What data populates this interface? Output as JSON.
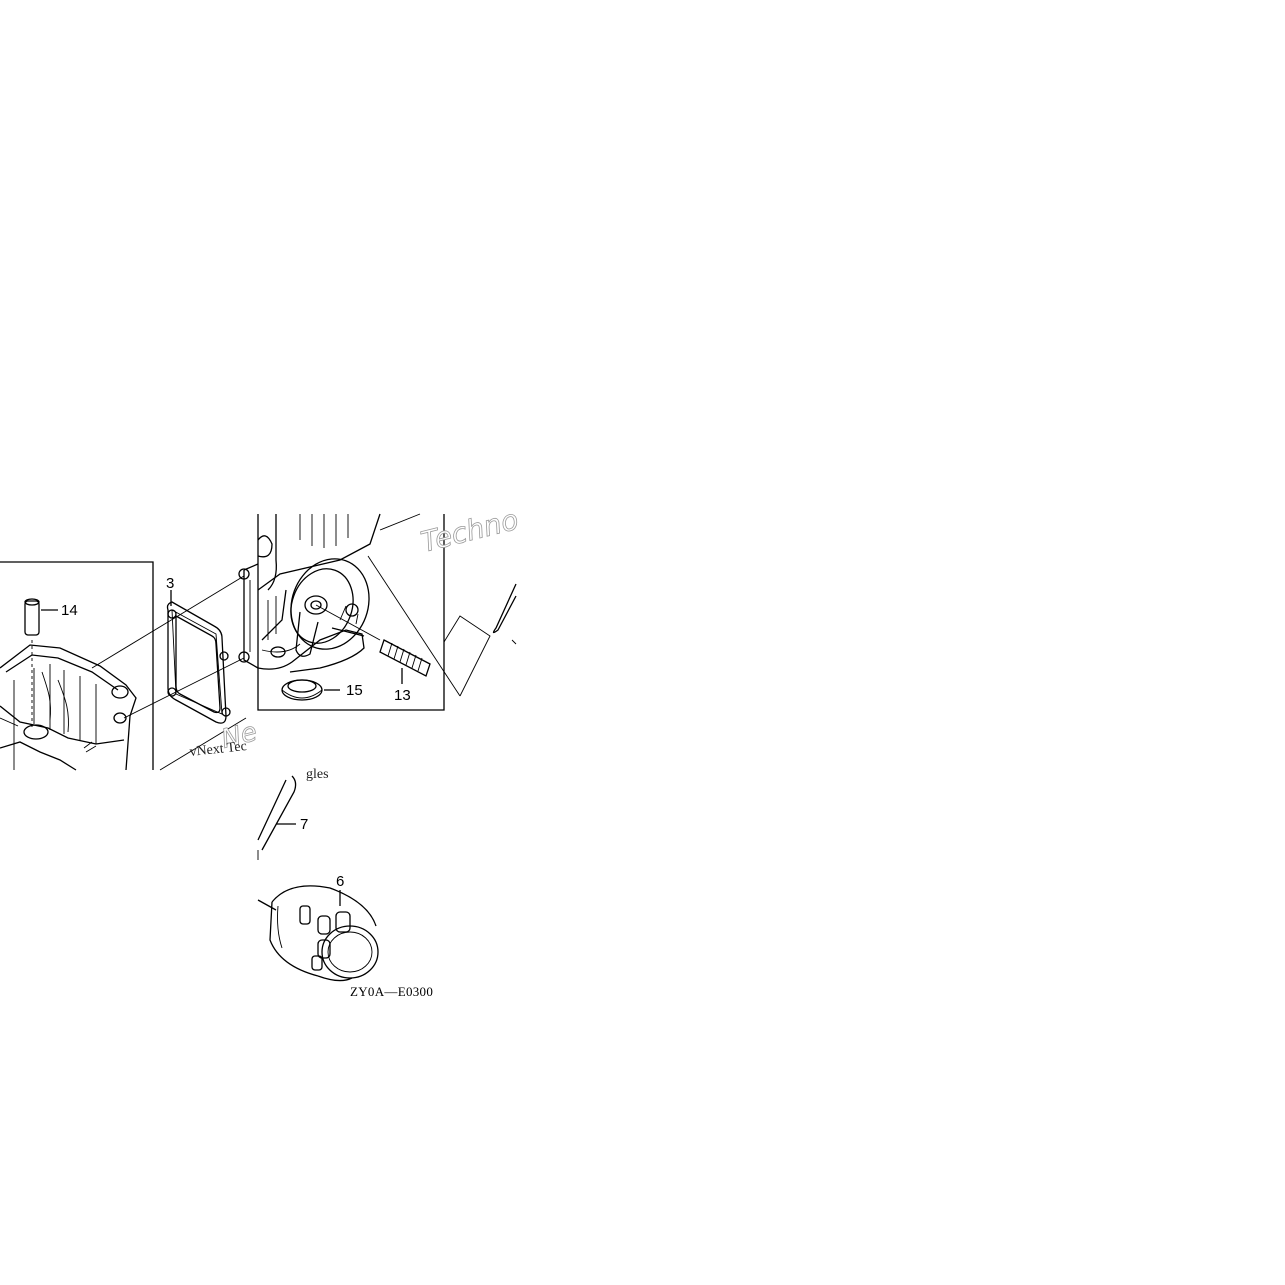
{
  "diagram": {
    "callouts": {
      "c3": "3",
      "c14": "14",
      "c15": "15",
      "c13": "13",
      "c7": "7",
      "c6": "6"
    },
    "figure_code": "ZY0A—E0300",
    "watermarks": {
      "top_right": "Techno",
      "middle_a": "vNext Tec",
      "middle_b": "gles",
      "middle_overlay": "Ne"
    }
  }
}
